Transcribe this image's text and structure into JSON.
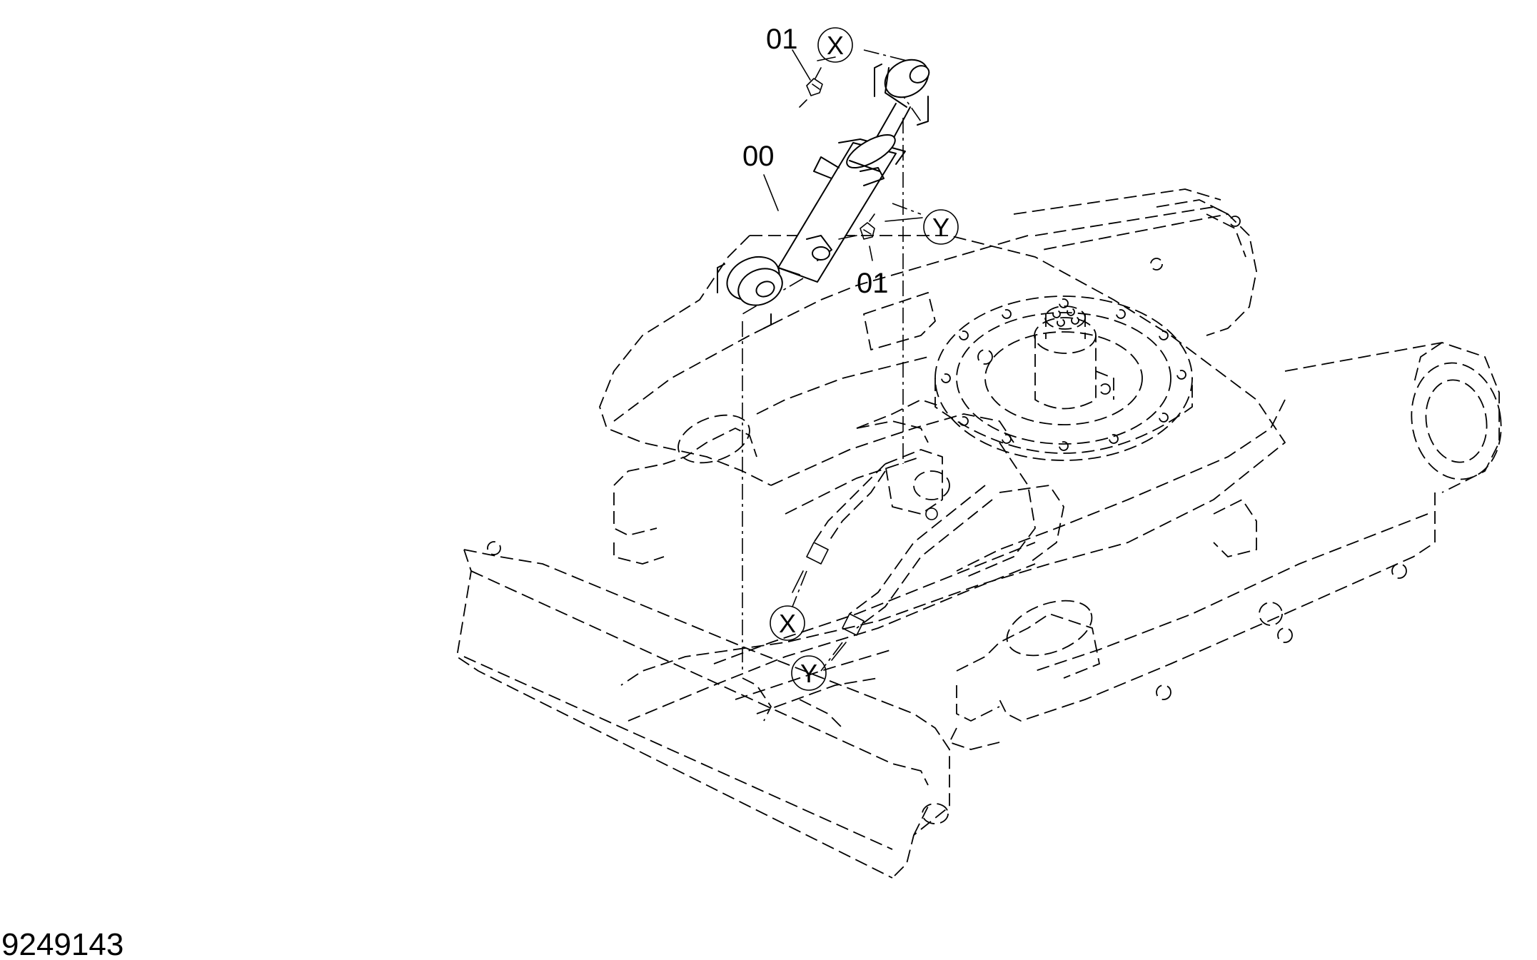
{
  "diagram": {
    "drawing_number": "9249143",
    "callouts": [
      {
        "id": "01",
        "label": "01"
      },
      {
        "id": "00",
        "label": "00"
      },
      {
        "id": "01b",
        "label": "01"
      }
    ],
    "connection_markers": [
      {
        "id": "x-top",
        "letter": "X"
      },
      {
        "id": "y-top",
        "letter": "Y"
      },
      {
        "id": "x-bottom",
        "letter": "X"
      },
      {
        "id": "y-bottom",
        "letter": "Y"
      }
    ]
  }
}
